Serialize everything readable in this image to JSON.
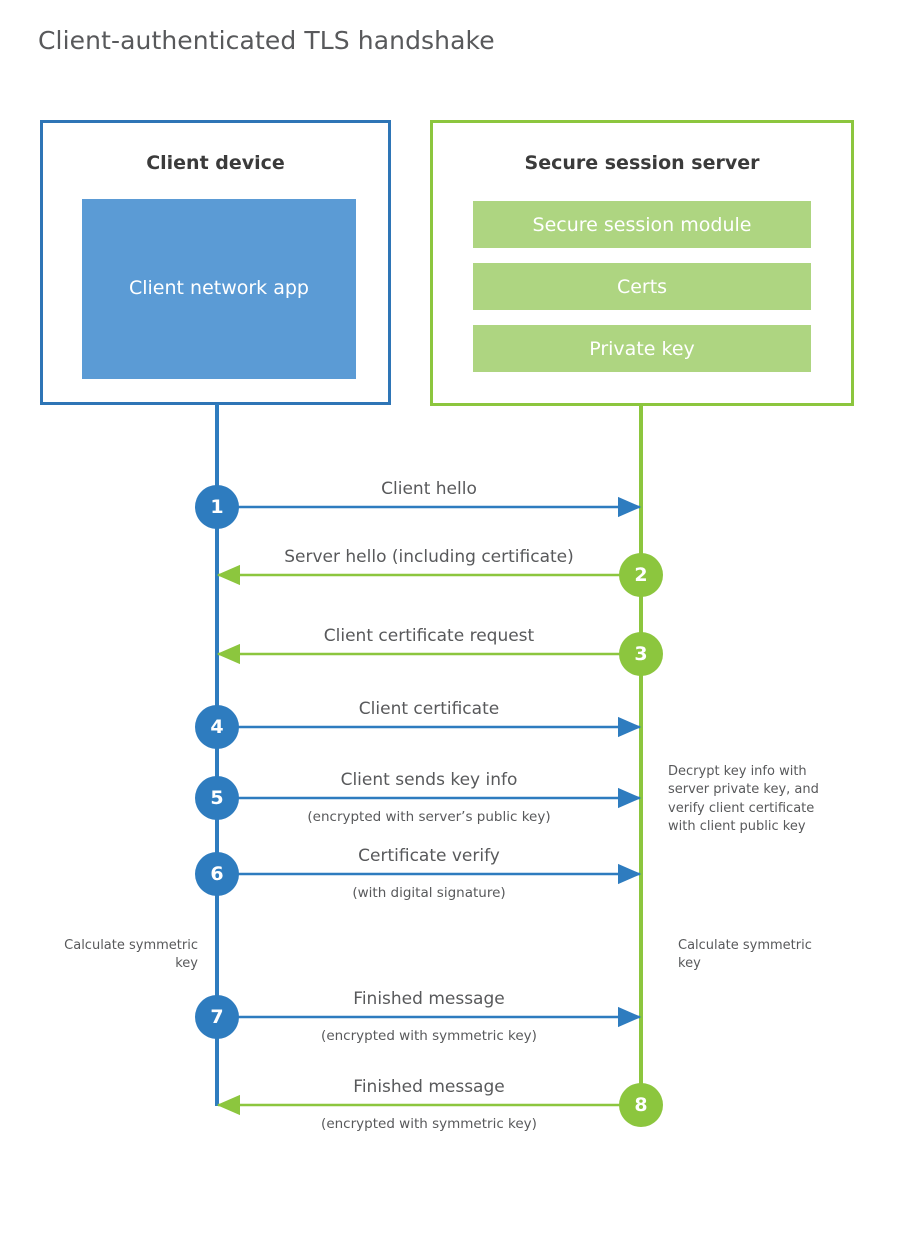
{
  "title": "Client-authenticated TLS handshake",
  "colors": {
    "client_border": "#2E75B6",
    "client_fill": "#5B9BD5",
    "client_accent": "#2E7CBF",
    "server_border": "#8CC63E",
    "server_fill": "#AED581",
    "server_accent": "#8CC63E",
    "text": "#58595b",
    "background": "#ffffff"
  },
  "actors": {
    "client": {
      "title": "Client device",
      "component": "Client network app"
    },
    "server": {
      "title": "Secure session server",
      "components": [
        "Secure session module",
        "Certs",
        "Private key"
      ]
    }
  },
  "steps": [
    {
      "number": "1",
      "label": "Client hello",
      "sub": "",
      "direction": "client-to-server",
      "origin": "client"
    },
    {
      "number": "2",
      "label": "Server hello (including certificate)",
      "sub": "",
      "direction": "server-to-client",
      "origin": "server"
    },
    {
      "number": "3",
      "label": "Client certificate request",
      "sub": "",
      "direction": "server-to-client",
      "origin": "server"
    },
    {
      "number": "4",
      "label": "Client certificate",
      "sub": "",
      "direction": "client-to-server",
      "origin": "client"
    },
    {
      "number": "5",
      "label": "Client sends key info",
      "sub": "(encrypted with server’s public key)",
      "direction": "client-to-server",
      "origin": "client"
    },
    {
      "number": "6",
      "label": "Certificate verify",
      "sub": "(with digital signature)",
      "direction": "client-to-server",
      "origin": "client"
    },
    {
      "number": "7",
      "label": "Finished message",
      "sub": "(encrypted with symmetric key)",
      "direction": "client-to-server",
      "origin": "client"
    },
    {
      "number": "8",
      "label": "Finished message",
      "sub": "(encrypted with symmetric key)",
      "direction": "server-to-client",
      "origin": "server"
    }
  ],
  "notes": {
    "server_decrypt": "Decrypt key info with server private key, and verify client certificate with client public key",
    "client_calculate": "Calculate symmetric key",
    "server_calculate": "Calculate symmetric key"
  }
}
